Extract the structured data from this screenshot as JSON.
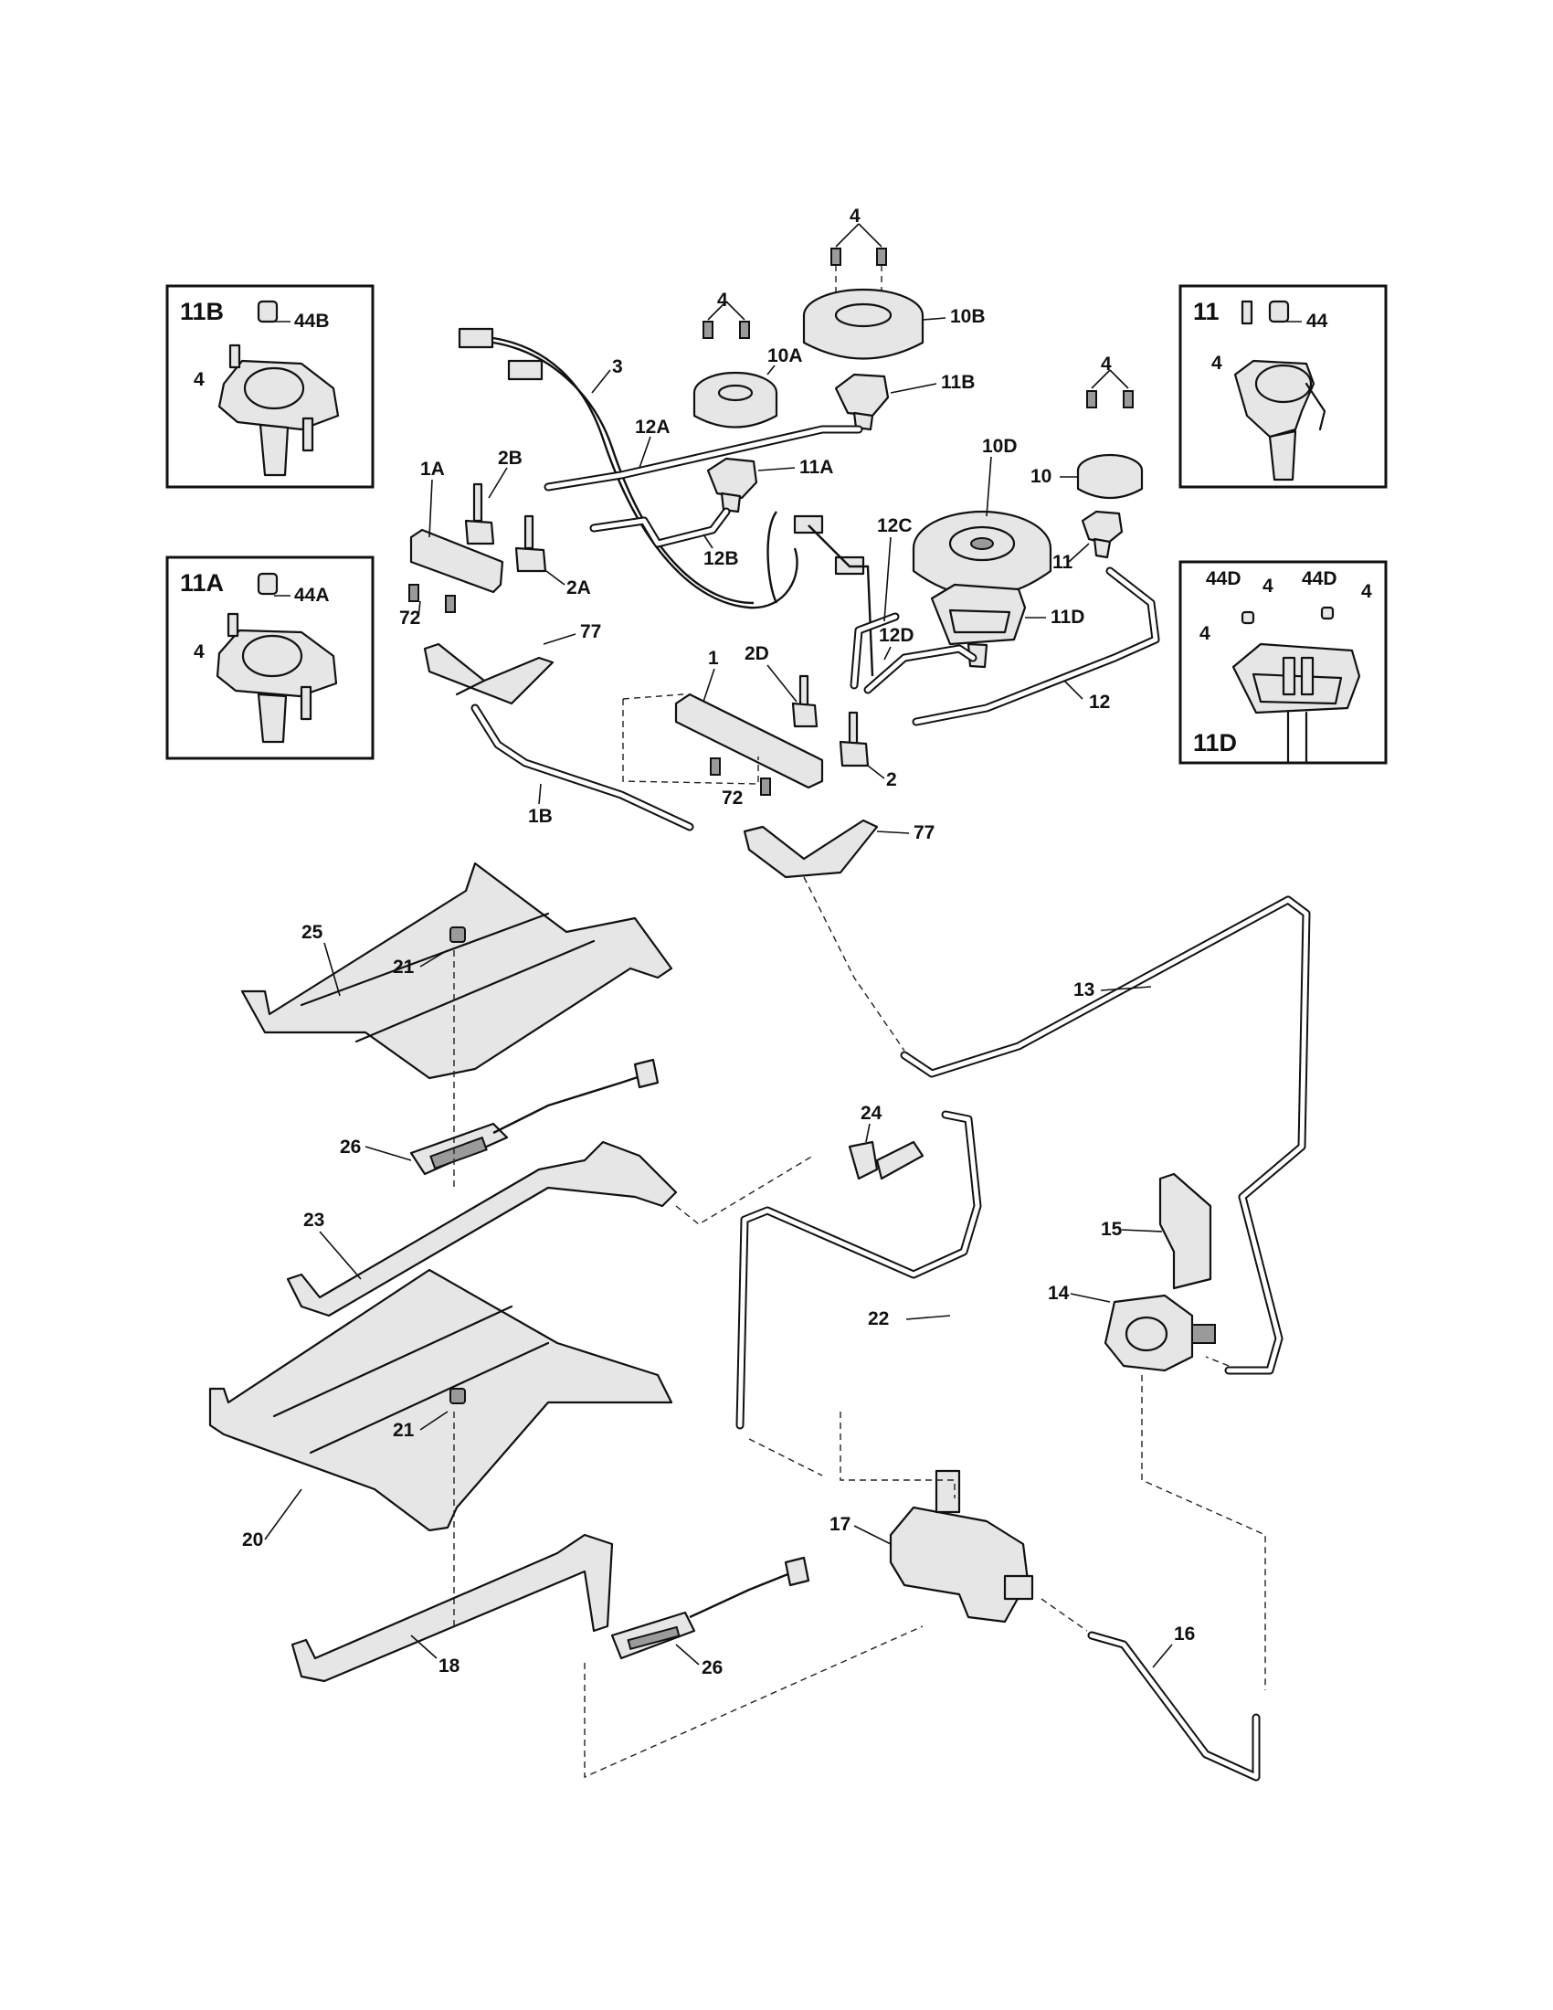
{
  "insets": {
    "i11b": {
      "title": "11B",
      "labels": [
        "44B",
        "4"
      ]
    },
    "i11a": {
      "title": "11A",
      "labels": [
        "44A",
        "4"
      ]
    },
    "i11": {
      "title": "11",
      "labels": [
        "44",
        "4"
      ]
    },
    "i11d": {
      "title": "11D",
      "labels": [
        "44D",
        "4",
        "44D",
        "4",
        "4"
      ]
    }
  },
  "callouts": {
    "c4_top": "4",
    "c10b": "10B",
    "c4_10a": "4",
    "c10a": "10A",
    "c11b": "11B",
    "c3": "3",
    "c12a": "12A",
    "c11a": "11A",
    "c1a": "1A",
    "c2b": "2B",
    "c12b": "12B",
    "c2a": "2A",
    "c72a": "72",
    "c77a": "77",
    "c10d": "10D",
    "c4_10": "4",
    "c10": "10",
    "c11": "11",
    "c12c": "12C",
    "c11d": "11D",
    "c12d": "12D",
    "c1": "1",
    "c2d": "2D",
    "c12": "12",
    "c2": "2",
    "c72b": "72",
    "c1b": "1B",
    "c77b": "77",
    "c25": "25",
    "c21a": "21",
    "c13": "13",
    "c26a": "26",
    "c24": "24",
    "c23": "23",
    "c15": "15",
    "c14": "14",
    "c22": "22",
    "c21b": "21",
    "c20": "20",
    "c17": "17",
    "c16": "16",
    "c18": "18",
    "c26b": "26"
  }
}
